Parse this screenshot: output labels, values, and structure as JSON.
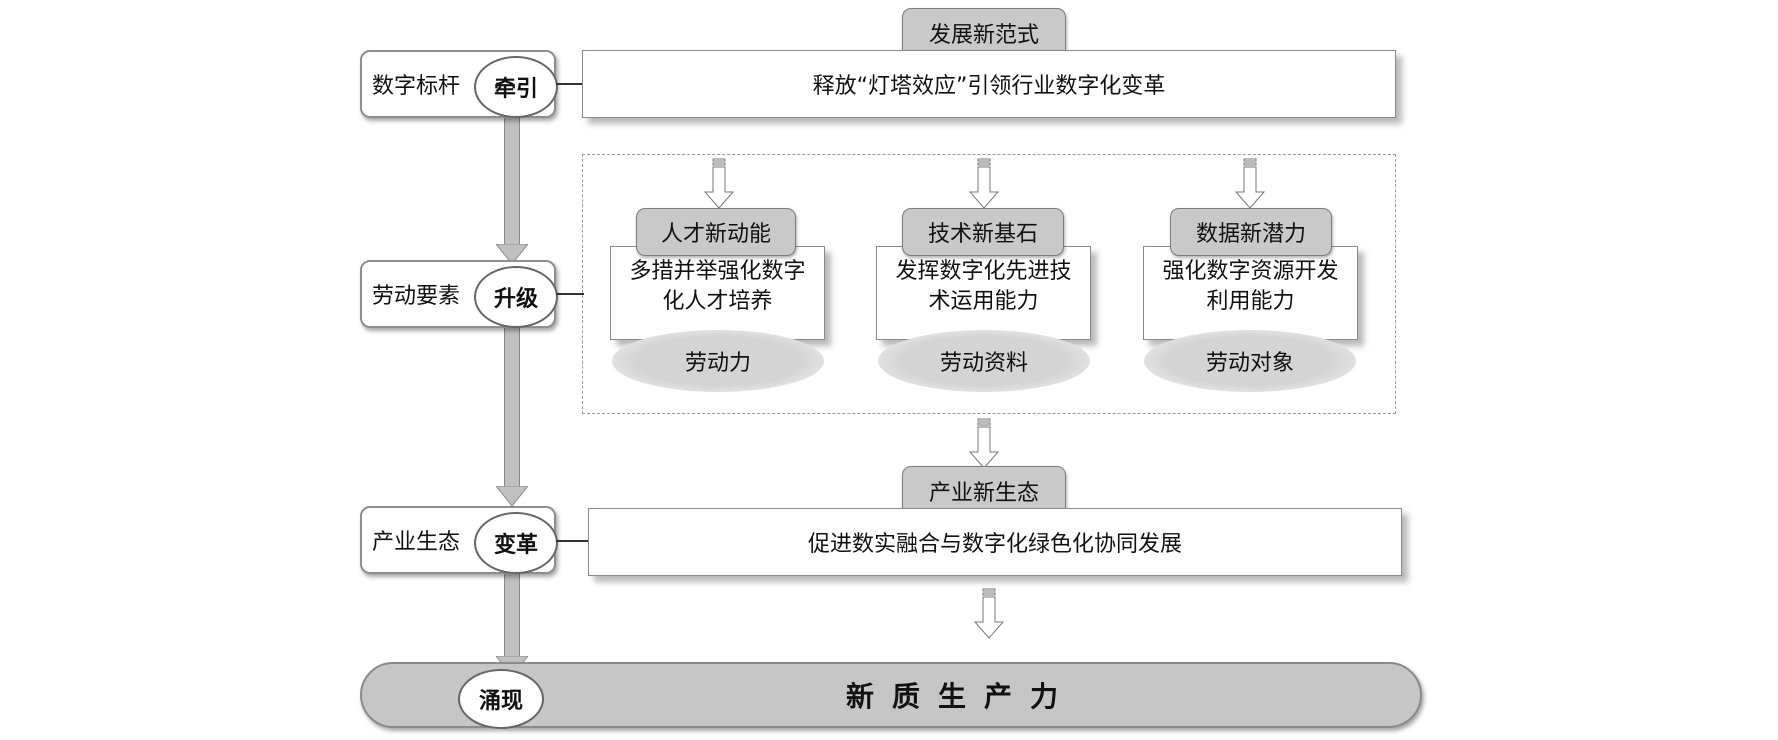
{
  "stages": [
    {
      "label": "数字标杆",
      "oval": "牵引"
    },
    {
      "label": "劳动要素",
      "oval": "升级"
    },
    {
      "label": "产业生态",
      "oval": "变革"
    }
  ],
  "bottom": {
    "oval": "涌现",
    "text": "新质生产力"
  },
  "top": {
    "pill": "发展新范式",
    "box": "释放“灯塔效应”引领行业数字化变革"
  },
  "middle": {
    "columns": [
      {
        "pill": "人才新动能",
        "body": "多措并举强化数字化人才培养",
        "blob": "劳动力"
      },
      {
        "pill": "技术新基石",
        "body": "发挥数字化先进技术运用能力",
        "blob": "劳动资料"
      },
      {
        "pill": "数据新潜力",
        "body": "强化数字资源开发利用能力",
        "blob": "劳动对象"
      }
    ]
  },
  "eco": {
    "pill": "产业新生态",
    "box": "促进数实融合与数字化绿色化协同发展"
  },
  "colors": {
    "pill_fill": "#c9c9c9",
    "bar_fill": "#c0c0c0",
    "border": "#8a8a8a"
  }
}
